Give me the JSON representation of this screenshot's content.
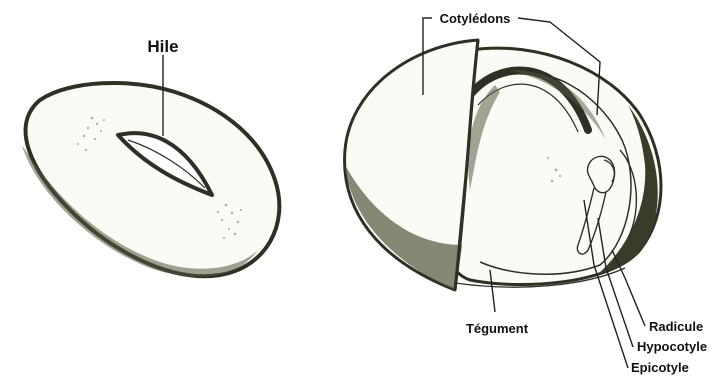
{
  "labels": {
    "hile": "Hile",
    "cotyledons": "Cotylédons",
    "tegument": "Tégument",
    "radicule": "Radicule",
    "hypocotyle": "Hypocotyle",
    "epicotyle": "Epicotyle"
  },
  "colors": {
    "ink": "#3a3a2c",
    "label": "#111111",
    "background": "#ffffff"
  }
}
